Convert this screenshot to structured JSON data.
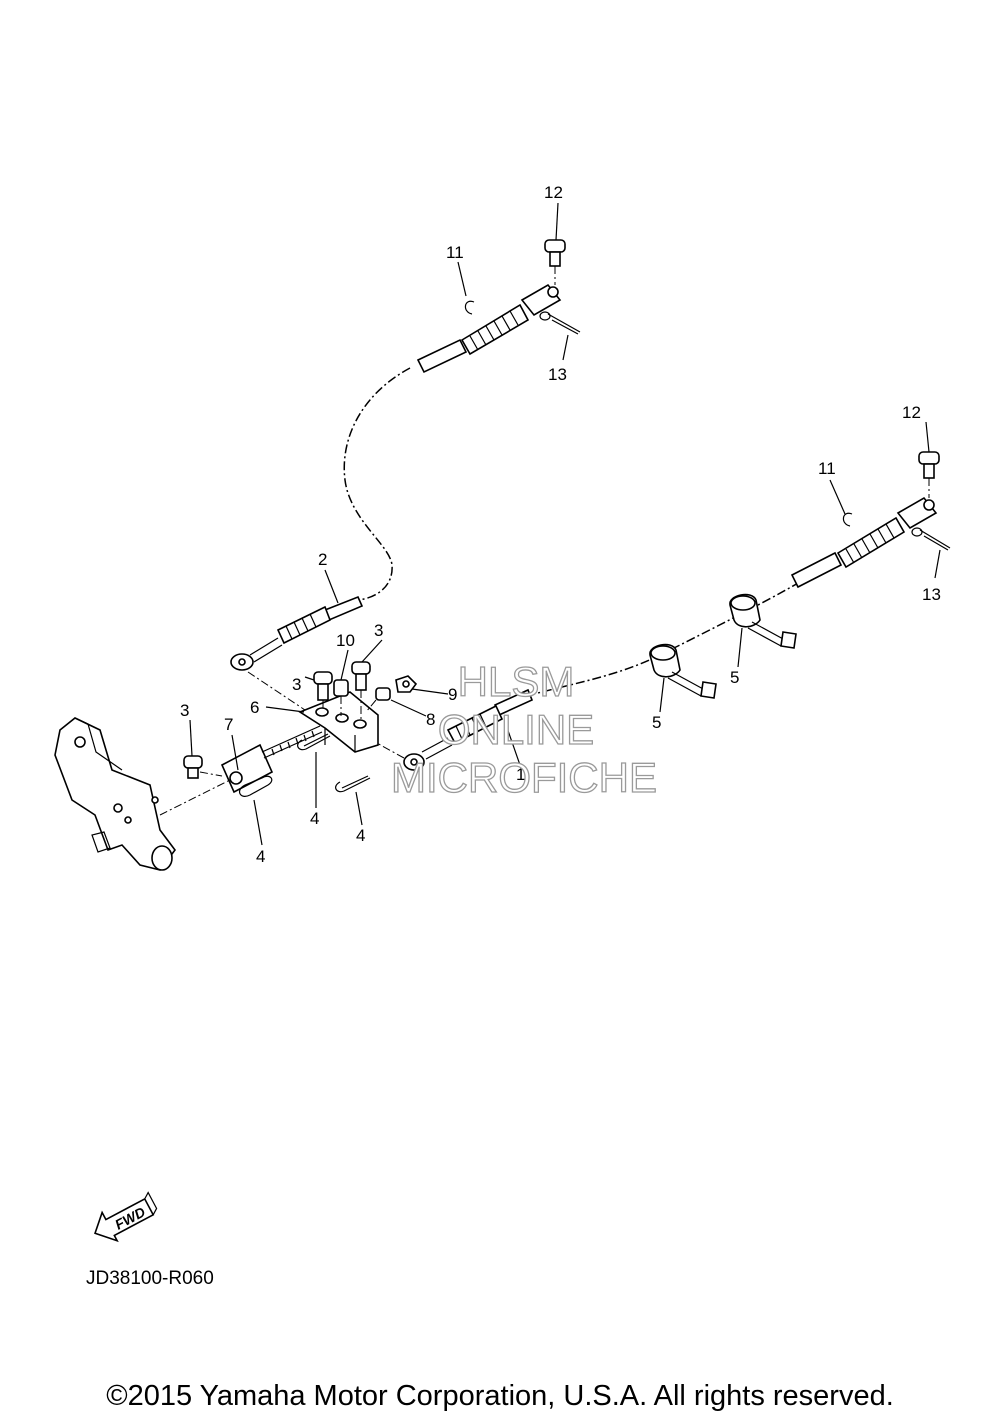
{
  "diagram": {
    "callouts": {
      "c2": "2",
      "c3a": "3",
      "c3b": "3",
      "c3c": "3",
      "c10": "10",
      "c6": "6",
      "c7": "7",
      "c9": "9",
      "c8": "8",
      "c1": "1",
      "c4a": "4",
      "c4b": "4",
      "c4c": "4",
      "c5a": "5",
      "c5b": "5",
      "c11a": "11",
      "c11b": "11",
      "c12a": "12",
      "c12b": "12",
      "c13a": "13",
      "c13b": "13"
    },
    "fwd_label": "FWD",
    "ref_code": "JD38100-R060"
  },
  "watermark": {
    "line1": "HLSM",
    "line2": "ONLINE",
    "line3": "MICROFICHE",
    "stroke_color": "#9a9a9a"
  },
  "footer": {
    "copyright": "©2015 Yamaha Motor Corporation, U.S.A. All rights reserved."
  }
}
